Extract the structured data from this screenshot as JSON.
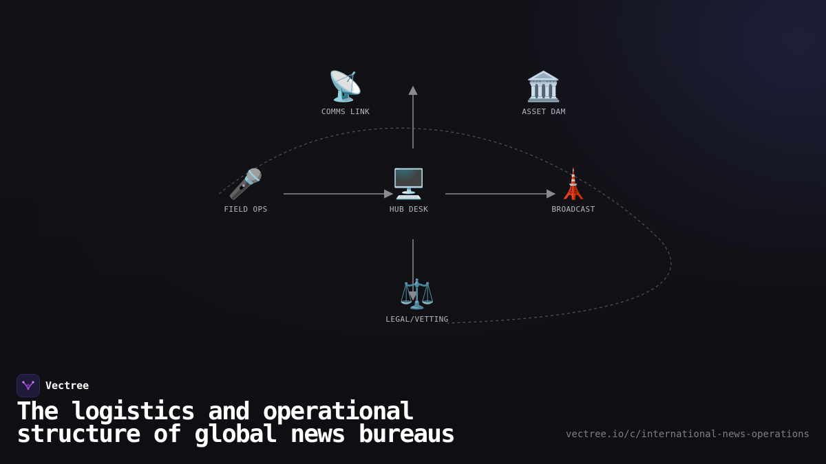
{
  "diagram": {
    "nodes": [
      {
        "id": "comms-link",
        "label": "COMMS LINK",
        "icon": "satellite-antenna-icon",
        "glyph": "📡"
      },
      {
        "id": "asset-dam",
        "label": "ASSET DAM",
        "icon": "classical-building-icon",
        "glyph": "🏛️"
      },
      {
        "id": "field-ops",
        "label": "FIELD OPS",
        "icon": "microphone-icon",
        "glyph": "🎤"
      },
      {
        "id": "hub-desk",
        "label": "HUB DESK",
        "icon": "desktop-computer-icon",
        "glyph": "🖥️"
      },
      {
        "id": "broadcast",
        "label": "BROADCAST",
        "icon": "broadcast-tower-icon",
        "glyph": "🗼"
      },
      {
        "id": "legal-vetting",
        "label": "LEGAL/VETTING",
        "icon": "scales-icon",
        "glyph": "⚖️"
      }
    ],
    "edges": [
      {
        "from": "hub-desk",
        "to": "comms-link"
      },
      {
        "from": "field-ops",
        "to": "hub-desk"
      },
      {
        "from": "hub-desk",
        "to": "broadcast"
      },
      {
        "from": "hub-desk",
        "to": "legal-vetting"
      }
    ]
  },
  "brand": {
    "name": "Vectree",
    "icon": "vectree-logo-icon"
  },
  "headline": "The logistics and operational structure of global news bureaus",
  "url": "vectree.io/c/international-news-operations",
  "colors": {
    "background": "#111116",
    "edge": "#8a8a90",
    "dashed_path": "#4a4a52",
    "label": "#b8b8c2",
    "headline": "#ffffff",
    "url": "#7d7d86",
    "logo_bg": "#1d1a3a",
    "logo_mark": "#b04fd8"
  }
}
